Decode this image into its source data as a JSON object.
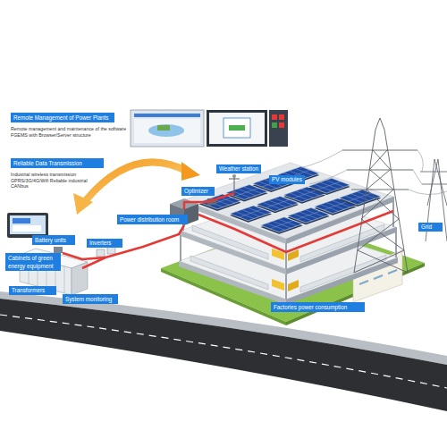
{
  "diagram": {
    "nodes": [
      {
        "text": [
          "Remote Management of Power Plants",
          "Remote management and maintenance of the software FGEMS with Browser/Server structure"
        ]
      },
      {
        "text": [
          "Reliable Data Transmission",
          "Industrial wireless transmission GPRS/3G/4G/Wifi Reliable industrial CANbus"
        ]
      },
      {
        "text": [
          "Weather station"
        ]
      },
      {
        "text": [
          "PV modules"
        ]
      },
      {
        "text": [
          "Optimizer"
        ]
      },
      {
        "text": [
          "Power distribution room"
        ]
      },
      {
        "text": [
          "Grid"
        ]
      },
      {
        "text": [
          "Battery units"
        ]
      },
      {
        "text": [
          "Inverters"
        ]
      },
      {
        "text": [
          "Cabinets of green energy equipment"
        ]
      },
      {
        "text": [
          "Transformers"
        ]
      },
      {
        "text": [
          "System monitoring"
        ]
      },
      {
        "text": [
          "Factories power consumption"
        ]
      }
    ]
  }
}
